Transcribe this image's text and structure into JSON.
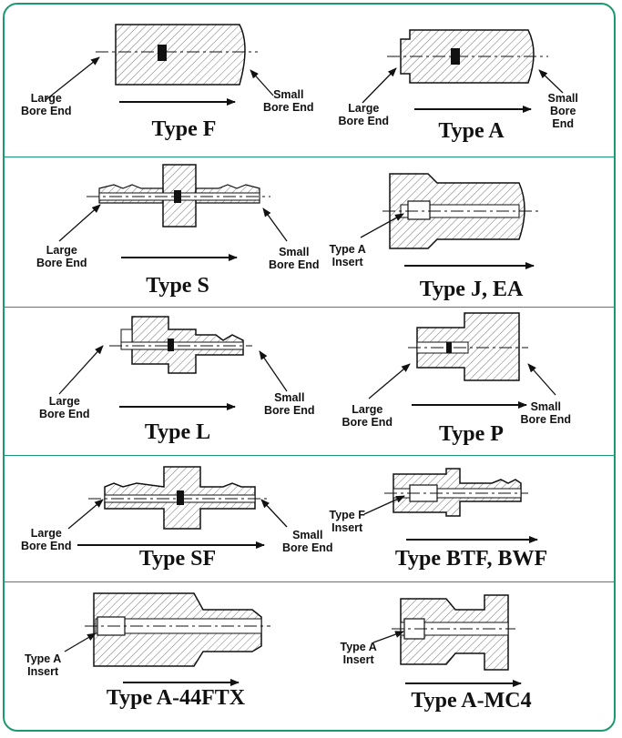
{
  "panels": [
    {
      "title": "Type F",
      "labels": [
        "Large",
        "Bore End",
        "Small",
        "Bore End"
      ]
    },
    {
      "title": "Type A",
      "labels": [
        "Large",
        "Bore End",
        "Small",
        "Bore",
        "End"
      ]
    },
    {
      "title": "Type S",
      "labels": [
        "Large",
        "Bore End",
        "Small",
        "Bore End"
      ]
    },
    {
      "title": "Type J, EA",
      "labels": [
        "Type A",
        "Insert"
      ]
    },
    {
      "title": "Type L",
      "labels": [
        "Large",
        "Bore End",
        "Small",
        "Bore End"
      ]
    },
    {
      "title": "Type P",
      "labels": [
        "Large",
        "Bore End",
        "Small",
        "Bore End"
      ]
    },
    {
      "title": "Type SF",
      "labels": [
        "Large",
        "Bore End",
        "Small",
        "Bore End"
      ]
    },
    {
      "title": "Type BTF, BWF",
      "labels": [
        "Type F",
        "Insert"
      ]
    },
    {
      "title": "Type A-44FTX",
      "labels": [
        "Type A",
        "Insert"
      ]
    },
    {
      "title": "Type A-MC4",
      "labels": [
        "Type A",
        "Insert"
      ]
    }
  ],
  "colors": {
    "border": "#1a9a6e",
    "ink": "#111111",
    "hatch": "#333333"
  }
}
